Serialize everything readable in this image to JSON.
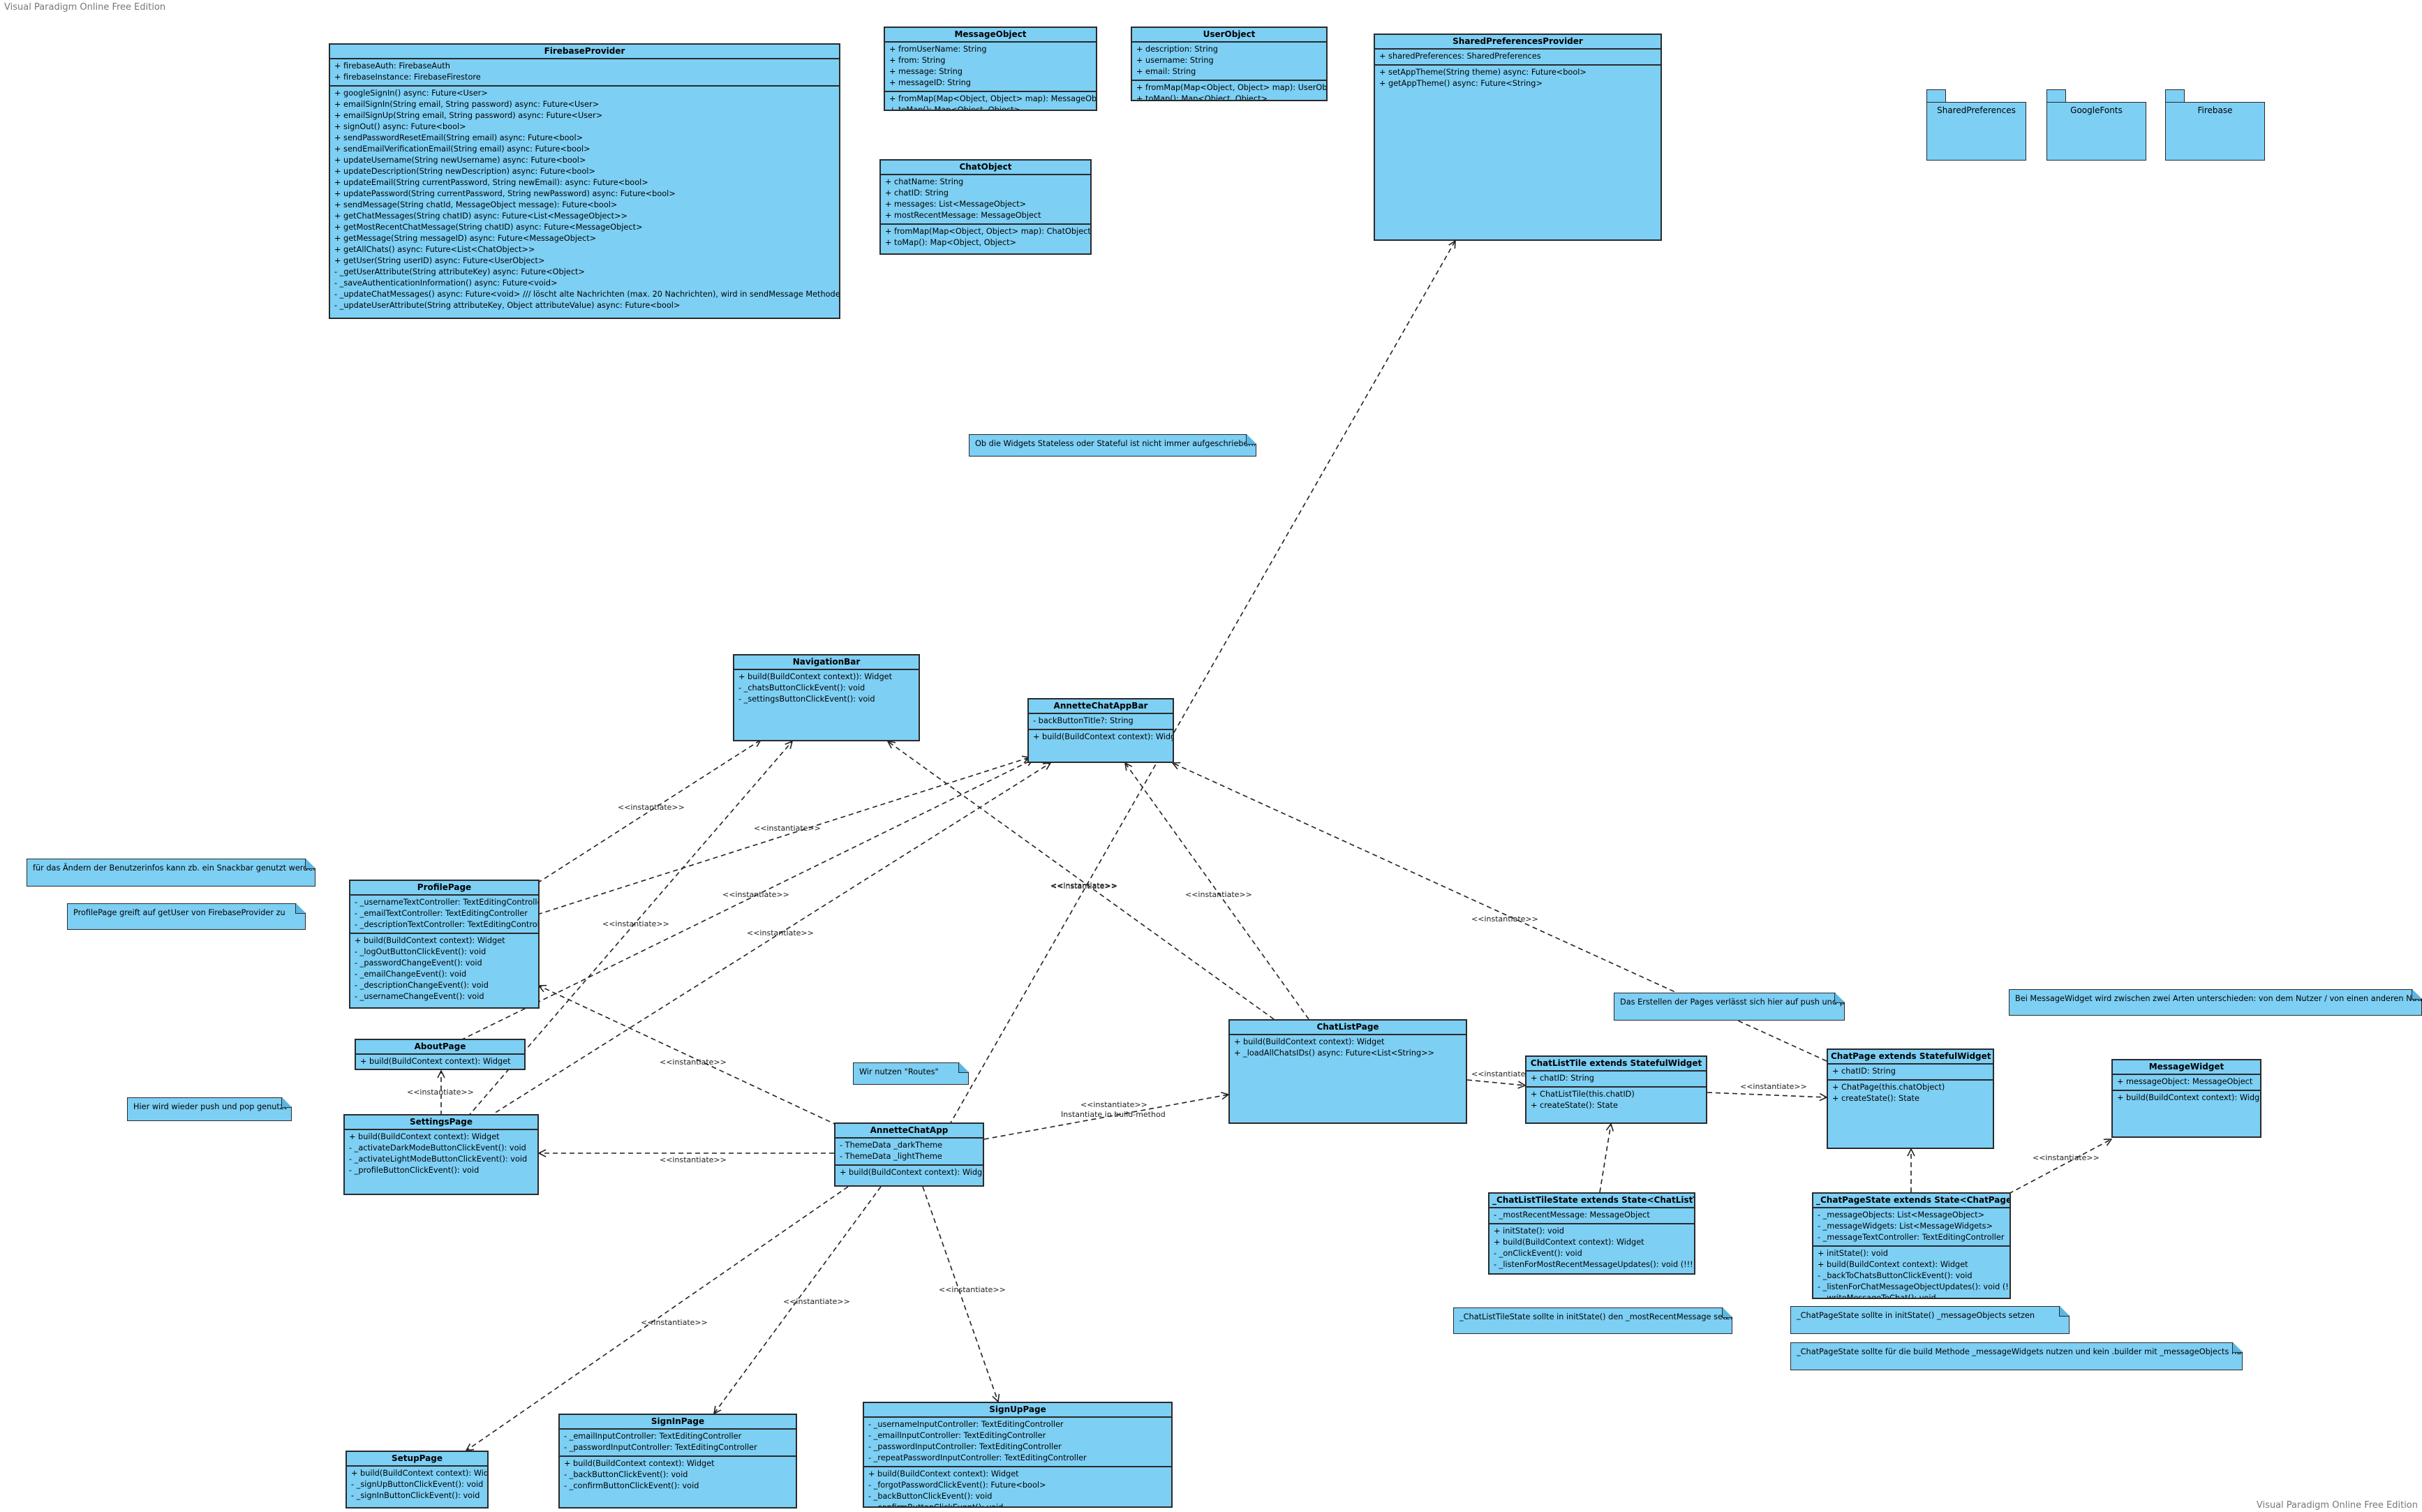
{
  "watermark_top": "Visual Paradigm Online Free Edition",
  "watermark_bottom": "Visual Paradigm Online Free Edition",
  "classes": {
    "firebase_provider": {
      "title": "FirebaseProvider",
      "attributes": [
        "+ firebaseAuth: FirebaseAuth",
        "+ firebaseInstance: FirebaseFirestore"
      ],
      "methods": [
        "+ googleSignIn() async: Future<User>",
        "+ emailSignIn(String email, String password) async: Future<User>",
        "+ emailSignUp(String email, String password) async: Future<User>",
        "+ signOut() async: Future<bool>",
        "+ sendPasswordResetEmail(String email) async: Future<bool>",
        "+ sendEmailVerificationEmail(String email) async: Future<bool>",
        "+ updateUsername(String newUsername) async: Future<bool>",
        "+ updateDescription(String newDescription) async: Future<bool>",
        "+ updateEmail(String currentPassword, String newEmail): async: Future<bool>",
        "+ updatePassword(String currentPassword, String newPassword) async: Future<bool>",
        "+ sendMessage(String chatId, MessageObject message): Future<bool>",
        "+ getChatMessages(String chatID) async: Future<List<MessageObject>>",
        "+ getMostRecentChatMessage(String chatID) async: Future<MessageObject>",
        "+ getMessage(String messageID) async: Future<MessageObject>",
        "+ getAllChats() async: Future<List<ChatObject>>",
        "+ getUser(String userID) async: Future<UserObject>",
        "- _getUserAttribute(String attributeKey) async: Future<Object>",
        "- _saveAuthenticationInformation() async: Future<void>",
        "- _updateChatMessages() async: Future<void> /// löscht alte Nachrichten (max. 20 Nachrichten), wird in sendMessage Methode genutzt",
        "- _updateUserAttribute(String attributeKey, Object attributeValue) async: Future<bool>"
      ]
    },
    "message_object": {
      "title": "MessageObject",
      "attributes": [
        "+ fromUserName: String",
        "+ from: String",
        "+ message: String",
        "+ messageID: String"
      ],
      "methods": [
        "+ fromMap(Map<Object, Object> map): MessageObject",
        "+ toMap(): Map<Object, Object>"
      ]
    },
    "user_object": {
      "title": "UserObject",
      "attributes": [
        "+ description: String",
        "+ username: String",
        "+ email: String"
      ],
      "methods": [
        "+ fromMap(Map<Object, Object> map): UserObject",
        "+ toMap(): Map<Object, Object>"
      ]
    },
    "shared_prefs_provider": {
      "title": "SharedPreferencesProvider",
      "attributes": [
        "+ sharedPreferences: SharedPreferences"
      ],
      "methods": [
        "+ setAppTheme(String theme) async: Future<bool>",
        "+ getAppTheme() async: Future<String>"
      ]
    },
    "chat_object": {
      "title": "ChatObject",
      "attributes": [
        "+ chatName: String",
        "+ chatID: String",
        "+ messages: List<MessageObject>",
        "+ mostRecentMessage: MessageObject"
      ],
      "methods": [
        "+ fromMap(Map<Object, Object> map): ChatObject",
        "+ toMap(): Map<Object, Object>"
      ]
    },
    "navigation_bar": {
      "title": "NavigationBar",
      "methods": [
        "+ build(BuildContext context)): Widget",
        "- _chatsButtonClickEvent(): void",
        "- _settingsButtonClickEvent(): void"
      ]
    },
    "annette_app_bar": {
      "title": "AnnetteChatAppBar",
      "attributes": [
        "- backButtonTitle?: String"
      ],
      "methods": [
        "+ build(BuildContext context): Widget"
      ]
    },
    "profile_page": {
      "title": "ProfilePage",
      "attributes": [
        "- _usernameTextController: TextEditingController",
        "- _emailTextController: TextEditingController",
        "- _descriptionTextController: TextEditingController"
      ],
      "methods": [
        "+ build(BuildContext context): Widget",
        "- _logOutButtonClickEvent(): void",
        "- _passwordChangeEvent(): void",
        "- _emailChangeEvent(): void",
        "- _descriptionChangeEvent(): void",
        "- _usernameChangeEvent(): void"
      ]
    },
    "about_page": {
      "title": "AboutPage",
      "methods": [
        "+ build(BuildContext context): Widget"
      ]
    },
    "settings_page": {
      "title": "SettingsPage",
      "methods": [
        "+ build(BuildContext context): Widget",
        "- _activateDarkModeButtonClickEvent(): void",
        "- _activateLightModeButtonClickEvent(): void",
        "- _profileButtonClickEvent(): void"
      ]
    },
    "annette_chat_app": {
      "title": "AnnetteChatApp",
      "attributes": [
        "- ThemeData _darkTheme",
        "- ThemeData _lightTheme"
      ],
      "methods": [
        "+ build(BuildContext context): Widget"
      ]
    },
    "chat_list_page": {
      "title": "ChatListPage",
      "methods": [
        "+ build(BuildContext context): Widget",
        "+ _loadAllChatsIDs() async: Future<List<String>>"
      ]
    },
    "chat_list_tile": {
      "title": "ChatListTile extends StatefulWidget",
      "attributes": [
        "+ chatID: String"
      ],
      "methods": [
        "+ ChatListTile(this.chatID)",
        "+ createState(): State"
      ]
    },
    "chat_page": {
      "title": "ChatPage extends StatefulWidget",
      "attributes": [
        "+ chatID: String"
      ],
      "methods": [
        "+ ChatPage(this.chatObject)",
        "+ createState(): State"
      ]
    },
    "message_widget": {
      "title": "MessageWidget",
      "attributes": [
        "+ messageObject: MessageObject"
      ],
      "methods": [
        "+ build(BuildContext context): Widget"
      ]
    },
    "chat_list_tile_state": {
      "title": "_ChatListTileState extends State<ChatListTile>",
      "attributes": [
        "- _mostRecentMessage: MessageObject"
      ],
      "methods": [
        "+ initState(): void",
        "+ build(BuildContext context): Widget",
        "- _onClickEvent(): void",
        "- _listenForMostRecentMessageUpdates(): void (!!!)"
      ]
    },
    "chat_page_state": {
      "title": "_ChatPageState extends State<ChatPage>",
      "attributes": [
        "- _messageObjects: List<MessageObject>",
        "- _messageWidgets: List<MessageWidgets>",
        "- _messageTextController: TextEditingController"
      ],
      "methods": [
        "+ initState(): void",
        "+ build(BuildContext context): Widget",
        "- _backToChatsButtonClickEvent(): void",
        "- _listenForChatMessageObjectUpdates(): void (!!!)",
        "- _writeMessageToChat(): void"
      ]
    },
    "setup_page": {
      "title": "SetupPage",
      "methods": [
        "+ build(BuildContext context): Widget",
        "- _signUpButtonClickEvent(): void",
        "- _signInButtonClickEvent(): void"
      ]
    },
    "sign_in_page": {
      "title": "SignInPage",
      "attributes": [
        "- _emailInputController: TextEditingController",
        "- _passwordInputController: TextEditingController"
      ],
      "methods": [
        "+ build(BuildContext context): Widget",
        "- _backButtonClickEvent(): void",
        "- _confirmButtonClickEvent(): void"
      ]
    },
    "sign_up_page": {
      "title": "SignUpPage",
      "attributes": [
        "- _usernameInputController: TextEditingController",
        "- _emailInputController: TextEditingController",
        "- _passwordInputController: TextEditingController",
        "- _repeatPasswordInputController: TextEditingController"
      ],
      "methods": [
        "+ build(BuildContext context): Widget",
        "- _forgotPasswordClickEvent(): Future<bool>",
        "- _backButtonClickEvent(): void",
        "- _confirmButtonClickEvent(): void"
      ]
    }
  },
  "packages": [
    "SharedPreferences",
    "GoogleFonts",
    "Firebase"
  ],
  "notes": {
    "widgets_note": "Ob die Widgets Stateless oder Stateful ist nicht immer aufgeschrieben.",
    "snackbar_note": "für das Ändern der Benutzerinfos kann zb. ein Snackbar genutzt werden",
    "profile_note": "ProfilePage greift auf getUser von FirebaseProvider zu",
    "pushpop_note": "Hier wird wieder push und pop genutzt",
    "routes_note": "Wir nutzen \"Routes\"",
    "pages_note": "Das Erstellen der Pages verlässt sich hier auf push und pop",
    "message_widget_note": "Bei MessageWidget wird zwischen zwei Arten unterschieden: von dem Nutzer / von einen anderen Nutzer",
    "chatlisttile_note": "_ChatListTileState sollte in initState() den _mostRecentMessage setzen",
    "chatpagestate_note1": "_ChatPageState sollte in initState() _messageObjects setzen",
    "chatpagestate_note2": "_ChatPageState sollte für die build Methode _messageWidgets nutzen und kein .builder mit _messageObjects nutzen"
  },
  "edge_labels": {
    "instantiate": "<<instantiate>>",
    "instantiate_build_line2": "Instantiate in build-method"
  }
}
